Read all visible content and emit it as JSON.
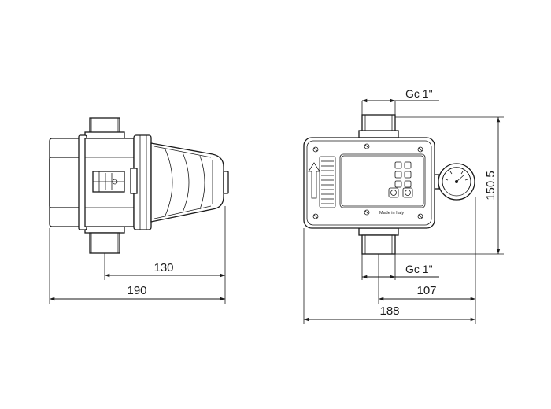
{
  "drawing": {
    "dimensions": {
      "side_depth_inner": "130",
      "side_depth_total": "190",
      "front_width_total": "188",
      "front_center_offset": "107",
      "front_height": "150.5"
    },
    "threads": {
      "inlet": "Gc 1\"",
      "outlet": "Gc 1\""
    },
    "label": "Made in Italy"
  }
}
